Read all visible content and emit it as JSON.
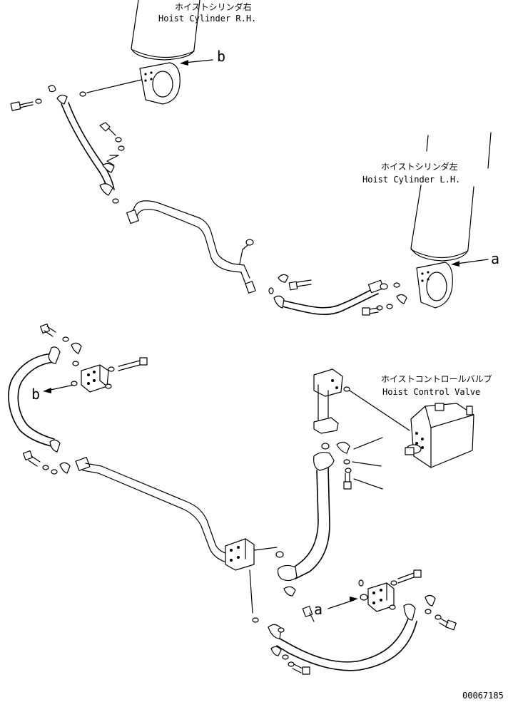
{
  "labels": {
    "cyl_rh_jp": "ホイストシリンダ右",
    "cyl_rh_en": "Hoist Cylinder R.H.",
    "cyl_lh_jp": "ホイストシリンダ左",
    "cyl_lh_en": "Hoist Cylinder L.H.",
    "valve_jp": "ホイストコントロールバルブ",
    "valve_en": "Hoist Control Valve",
    "ref_b_top": "b",
    "ref_a_top": "a",
    "ref_b_left": "b",
    "ref_a_bottom": "a",
    "drawing_number": "00067185"
  }
}
